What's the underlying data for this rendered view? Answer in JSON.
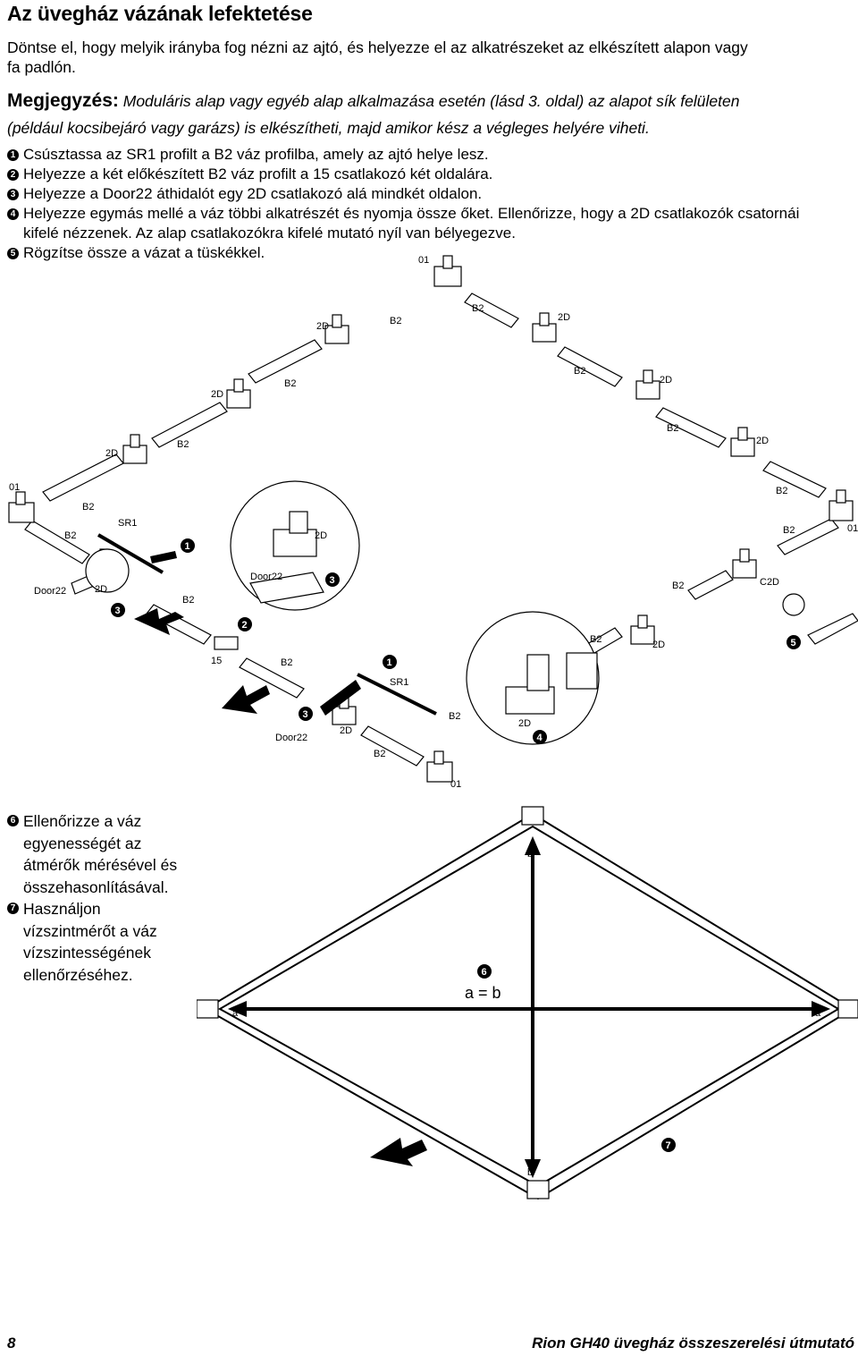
{
  "page": {
    "title": "Az üvegház vázának lefektetése",
    "intro": [
      "Döntse el, hogy melyik irányba fog nézni az ajtó, és helyezze el az alkatrészeket az elkészített alapon vagy",
      "fa padlón."
    ],
    "note_label": "Megjegyzés:",
    "note_text": [
      "Moduláris alap vagy egyéb alap alkalmazása esetén (lásd 3. oldal) az alapot sík felületen",
      "(például kocsibejáró vagy garázs) is elkészítheti, majd amikor kész a végleges helyére viheti."
    ]
  },
  "steps": [
    {
      "num": "1",
      "text": "Csúsztassa az SR1 profilt a B2 váz profilba, amely az ajtó helye lesz."
    },
    {
      "num": "2",
      "text": "Helyezze a két előkészített B2 váz profilt a 15 csatlakozó két oldalára."
    },
    {
      "num": "3",
      "text": "Helyezze a Door22 áthidalót egy 2D csatlakozó alá mindkét oldalon."
    },
    {
      "num": "4",
      "text": "Helyezze egymás mellé a váz többi alkatrészét és nyomja össze őket. Ellenőrizze, hogy a 2D csatlakozók csatornái"
    },
    {
      "num": "",
      "text": "kifelé nézzenek. Az alap csatlakozókra kifelé mutató nyíl van bélyegezve."
    },
    {
      "num": "5",
      "text": "Rögzítse össze a vázat a tüskékkel."
    }
  ],
  "checks": [
    {
      "num": "6",
      "lines": [
        "Ellenőrizze a váz",
        "egyenességét az",
        "átmérők mérésével és",
        "összehasonlításával."
      ]
    },
    {
      "num": "7",
      "lines": [
        "Használjon",
        "vízszintmérőt a váz",
        "vízszintességének",
        "ellenőrzéséhez."
      ]
    }
  ],
  "diagram_labels": {
    "c01": "01",
    "b2": "B2",
    "d2": "2D",
    "sr1": "SR1",
    "door22": "Door22",
    "c15": "15",
    "c2d": "C2D",
    "n1": "1",
    "n2": "2",
    "n3": "3",
    "n4": "4",
    "n5": "5",
    "n6": "6",
    "n7": "7",
    "a": "a",
    "b": "b",
    "equation": "a = b"
  },
  "footer": {
    "page_number": "8",
    "doc_title": "Rion GH40 üvegház összeszerelési útmutató"
  }
}
